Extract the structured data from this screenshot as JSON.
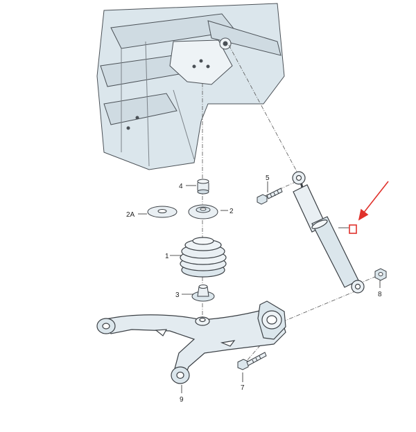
{
  "callouts": {
    "c1": "1",
    "c2": "2",
    "c2a": "2A",
    "c3": "3",
    "c4": "4",
    "c5": "5",
    "c7": "7",
    "c8": "8",
    "c9": "9"
  },
  "colors": {
    "body_fill": "#dbe6ec",
    "part_fill": "#e9eff3",
    "line": "#3a3f44",
    "accent": "#e0312b"
  }
}
